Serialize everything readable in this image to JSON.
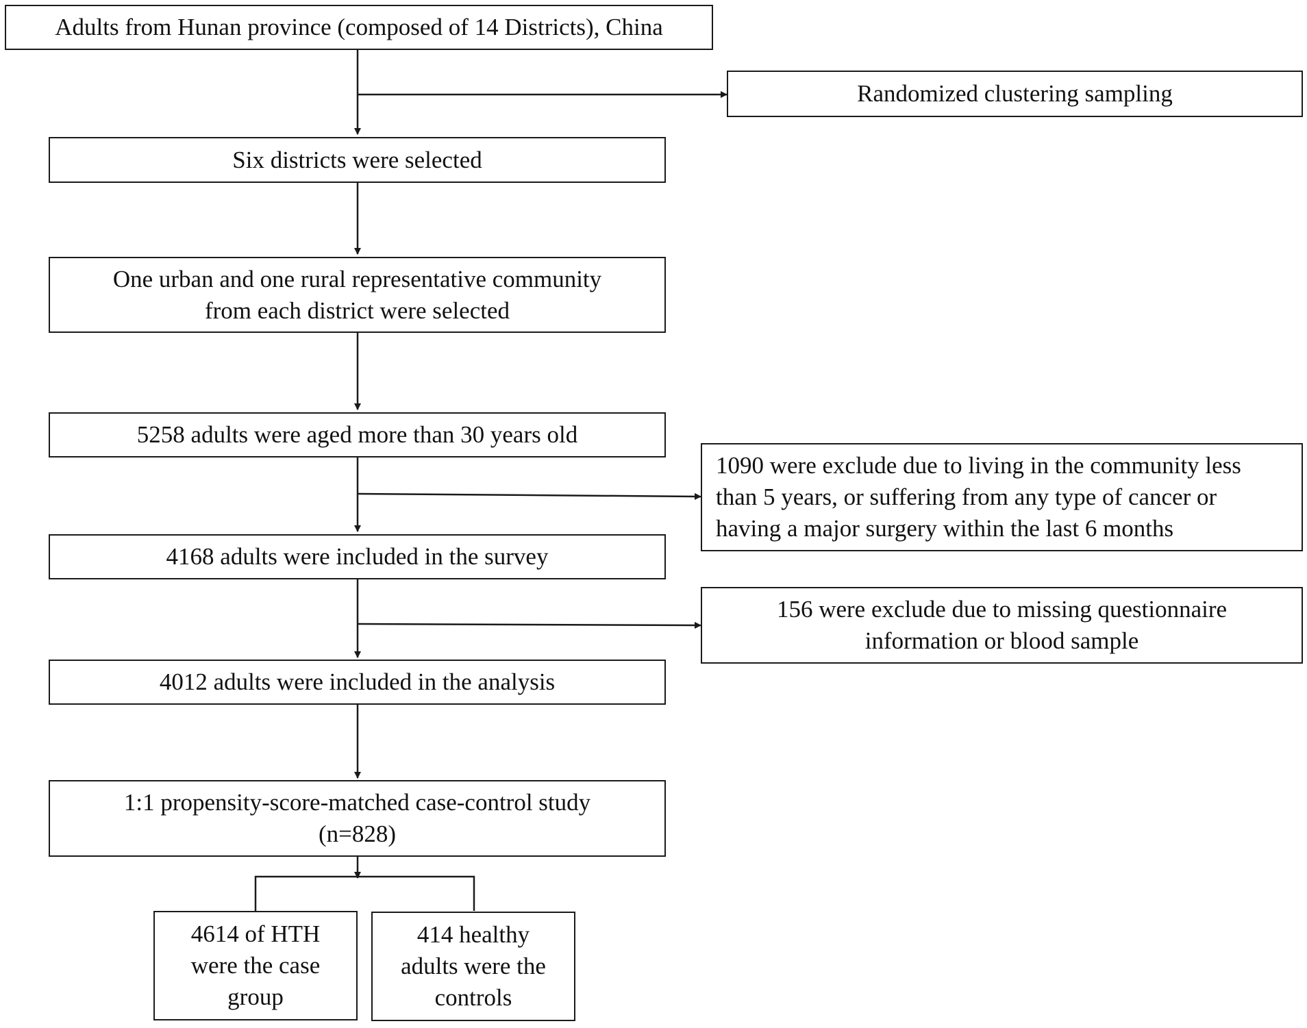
{
  "flowchart": {
    "nodes": {
      "adults_hunan": {
        "lines": [
          "Adults from Hunan province (composed of 14 Districts), China"
        ]
      },
      "sampling": {
        "lines": [
          "Randomized clustering sampling"
        ]
      },
      "six_districts": {
        "lines": [
          "Six districts were selected"
        ]
      },
      "communities": {
        "lines": [
          "One urban and one rural representative community",
          "from each district were selected"
        ]
      },
      "aged_over_30": {
        "lines": [
          "5258 adults were aged more than 30 years old"
        ]
      },
      "excluded_1090": {
        "lines": [
          "1090 were exclude due to living in the community less",
          "than 5 years, or suffering from any type of cancer or",
          "having a major surgery within the last 6 months"
        ]
      },
      "survey": {
        "lines": [
          "4168 adults were included in the survey"
        ]
      },
      "excluded_156": {
        "lines": [
          "156 were exclude due to missing questionnaire",
          "information or blood sample"
        ]
      },
      "analysis": {
        "lines": [
          "4012 adults were included in the analysis"
        ]
      },
      "psm_study": {
        "lines": [
          "1:1 propensity-score-matched case-control study",
          "(n=828)"
        ]
      },
      "case_group": {
        "lines": [
          "4614 of HTH",
          "were the case",
          "group"
        ]
      },
      "controls": {
        "lines": [
          "414 healthy",
          "adults were the",
          "controls"
        ]
      }
    }
  }
}
